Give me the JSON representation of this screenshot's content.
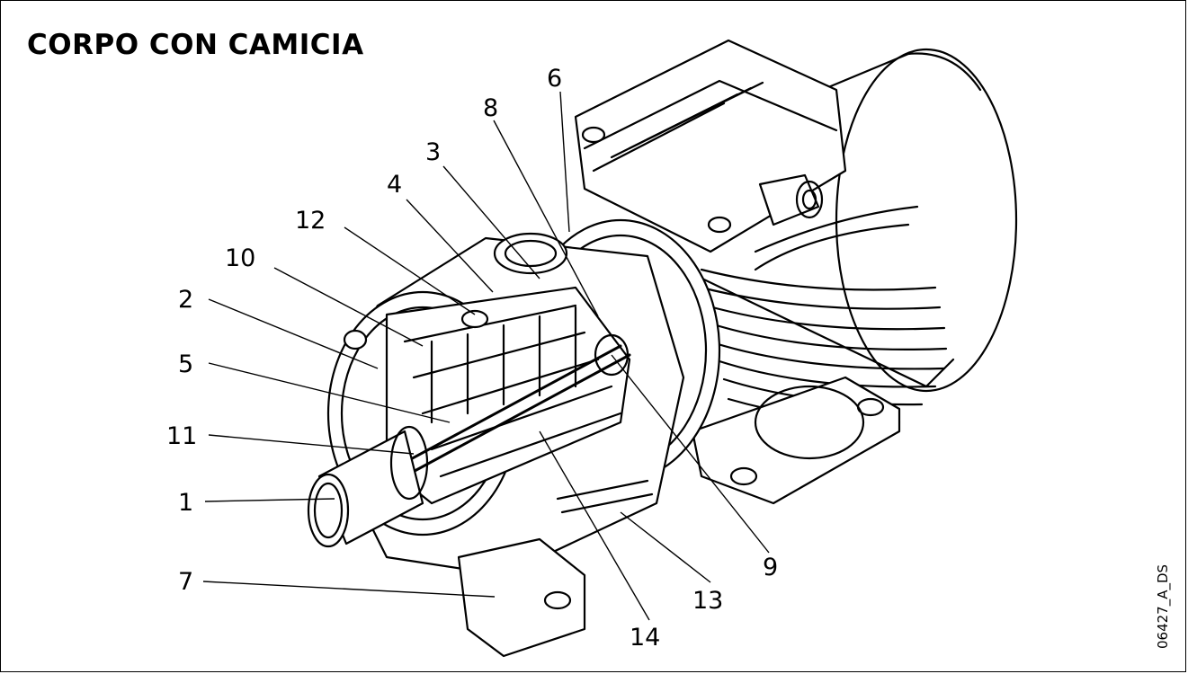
{
  "title": "CORPO CON CAMICIA",
  "drawing_code": "06427_A_DS",
  "callouts": [
    {
      "id": "1",
      "label": "1"
    },
    {
      "id": "2",
      "label": "2"
    },
    {
      "id": "3",
      "label": "3"
    },
    {
      "id": "4",
      "label": "4"
    },
    {
      "id": "5",
      "label": "5"
    },
    {
      "id": "6",
      "label": "6"
    },
    {
      "id": "7",
      "label": "7"
    },
    {
      "id": "8",
      "label": "8"
    },
    {
      "id": "9",
      "label": "9"
    },
    {
      "id": "10",
      "label": "10"
    },
    {
      "id": "11",
      "label": "11"
    },
    {
      "id": "12",
      "label": "12"
    },
    {
      "id": "13",
      "label": "13"
    },
    {
      "id": "14",
      "label": "14"
    }
  ]
}
